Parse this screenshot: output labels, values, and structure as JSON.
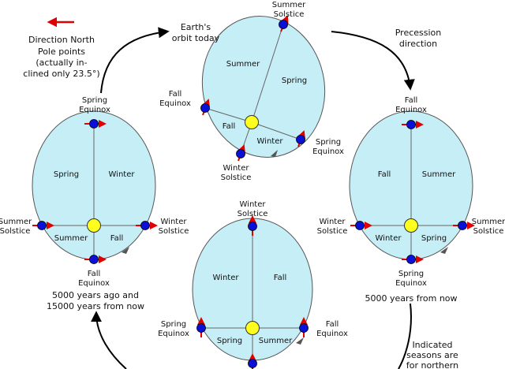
{
  "colors": {
    "orbit_fill": "#c6eef6",
    "orbit_stroke": "#555555",
    "sun": "#ffff1e",
    "earth": "#0a10d8",
    "pole_arrow": "#e00000",
    "flow_arrow": "#000000"
  },
  "legend": {
    "line1": "Direction North",
    "line2": "Pole points",
    "line3": "(actually in-",
    "line4": "clined only 23.5°)"
  },
  "top_orbit": {
    "caption_line1": "Earth's",
    "caption_line2": "orbit today",
    "summer_solstice_1": "Summer",
    "summer_solstice_2": "Solstice",
    "fall_equinox_1": "Fall",
    "fall_equinox_2": "Equinox",
    "spring_equinox_1": "Spring",
    "spring_equinox_2": "Equinox",
    "winter_solstice_1": "Winter",
    "winter_solstice_2": "Solstice",
    "season_summer": "Summer",
    "season_spring": "Spring",
    "season_fall": "Fall",
    "season_winter": "Winter"
  },
  "precession": {
    "line1": "Precession",
    "line2": "direction"
  },
  "left_orbit": {
    "spring_equinox_1": "Spring",
    "spring_equinox_2": "Equinox",
    "summer_solstice_1": "Summer",
    "summer_solstice_2": "Solstice",
    "winter_solstice_1": "Winter",
    "winter_solstice_2": "Solstice",
    "fall_equinox_1": "Fall",
    "fall_equinox_2": "Equinox",
    "season_spring": "Spring",
    "season_winter": "Winter",
    "season_summer": "Summer",
    "season_fall": "Fall",
    "caption_line1": "5000 years ago and",
    "caption_line2": "15000 years from now"
  },
  "right_orbit": {
    "fall_equinox_1": "Fall",
    "fall_equinox_2": "Equinox",
    "winter_solstice_1": "Winter",
    "winter_solstice_2": "Solstice",
    "summer_solstice_1": "Summer",
    "summer_solstice_2": "Solstice",
    "spring_equinox_1": "Spring",
    "spring_equinox_2": "Equinox",
    "season_fall": "Fall",
    "season_summer": "Summer",
    "season_winter": "Winter",
    "season_spring": "Spring",
    "caption": "5000 years from now"
  },
  "bottom_orbit": {
    "winter_solstice_1": "Winter",
    "winter_solstice_2": "Solstice",
    "spring_equinox_1": "Spring",
    "spring_equinox_2": "Equinox",
    "fall_equinox_1": "Fall",
    "fall_equinox_2": "Equinox",
    "season_winter": "Winter",
    "season_fall": "Fall",
    "season_spring": "Spring",
    "season_summer": "Summer"
  },
  "note": {
    "line1": "Indicated",
    "line2": "seasons are",
    "line3": "for northern"
  }
}
